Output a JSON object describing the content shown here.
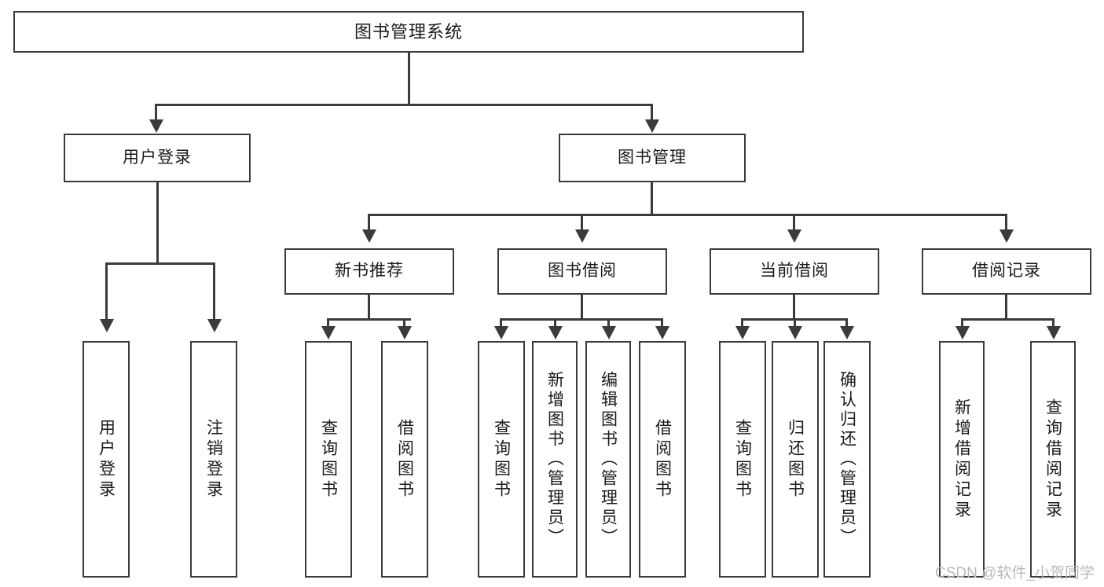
{
  "diagram": {
    "type": "tree-hierarchy",
    "title": "图书管理系统",
    "root": {
      "label": "图书管理系统"
    },
    "level2": [
      {
        "label": "用户登录"
      },
      {
        "label": "图书管理"
      }
    ],
    "level3": [
      {
        "label": "新书推荐"
      },
      {
        "label": "图书借阅"
      },
      {
        "label": "当前借阅"
      },
      {
        "label": "借阅记录"
      }
    ],
    "leaves": {
      "user_login": [
        {
          "label": "用户登录"
        },
        {
          "label": "注销登录"
        }
      ],
      "new_book_recommend": [
        {
          "label": "查询图书"
        },
        {
          "label": "借阅图书"
        }
      ],
      "book_borrow": [
        {
          "label": "查询图书"
        },
        {
          "label": "新增图书（管理员）"
        },
        {
          "label": "编辑图书（管理员）"
        },
        {
          "label": "借阅图书"
        }
      ],
      "current_borrow": [
        {
          "label": "查询图书"
        },
        {
          "label": "归还图书"
        },
        {
          "label": "确认归还（管理员）"
        }
      ],
      "borrow_record": [
        {
          "label": "新增借阅记录"
        },
        {
          "label": "查询借阅记录"
        }
      ]
    }
  },
  "watermark": {
    "text": "CSDN @软件_小贺同学"
  },
  "colors": {
    "stroke": "#3b3b3b",
    "text": "#1a1a1a",
    "background": "#ffffff",
    "watermark": "#b9b9b9"
  }
}
